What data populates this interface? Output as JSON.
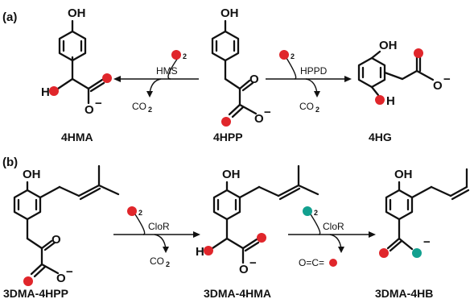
{
  "colors": {
    "labeled_oxygen": "#e0262b",
    "labeled_oxygen_alt": "#12a08f",
    "bonds": "#111111"
  },
  "panels": {
    "a": "(a)",
    "b": "(b)"
  },
  "atoms": {
    "hydroxyl": "OH",
    "oxygen": "O",
    "hydrogen": "H",
    "minus": "−",
    "two": "2",
    "co2": "CO",
    "oco_left": "O=C=",
    "eq": "="
  },
  "enzymes": {
    "hms": "HMS",
    "hppd": "HPPD",
    "clor": "CloR"
  },
  "compounds": {
    "hma": "4HMA",
    "hpp": "4HPP",
    "hg": "4HG",
    "dma_hpp": "3DMA-4HPP",
    "dma_hma": "3DMA-4HMA",
    "dma_hb": "3DMA-4HB"
  }
}
